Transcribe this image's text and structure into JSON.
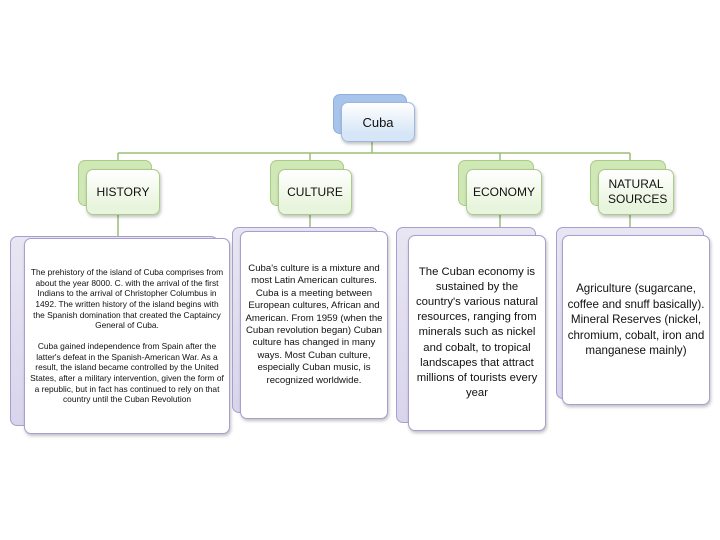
{
  "root": {
    "label": "Cuba"
  },
  "categories": [
    {
      "label": "HISTORY",
      "detail": "The prehistory of the island of Cuba comprises from about the year 8000. C. with the arrival of the first Indians to the arrival of Christopher Columbus in 1492. The written history of the island begins with the Spanish domination that created the Captaincy General of Cuba.\n\nCuba gained independence from Spain after the latter's defeat in the Spanish-American War. As a result, the island became controlled by the United States, after a military intervention, given the form of a republic, but in fact has continued to rely on that country until the Cuban Revolution"
    },
    {
      "label": "CULTURE",
      "detail": "Cuba's culture is a mixture and most Latin American cultures. Cuba is a meeting between European cultures, African and American. From 1959 (when the Cuban revolution began) Cuban culture has changed in many ways. Most Cuban culture, especially Cuban music, is recognized worldwide."
    },
    {
      "label": "ECONOMY",
      "detail": "The Cuban economy is sustained by the country's various natural resources, ranging from minerals such as nickel and cobalt, to tropical landscapes that attract millions of tourists every year"
    },
    {
      "label": "NATURAL SOURCES",
      "detail": "Agriculture (sugarcane, coffee and snuff basically).\n  Mineral Reserves (nickel, chromium, cobalt, iron and manganese mainly)"
    }
  ],
  "colors": {
    "root_fill": "#d7e6f7",
    "category_fill": "#e8f4dc",
    "detail_border": "#a79fcf",
    "connector": "#9bbd78"
  }
}
